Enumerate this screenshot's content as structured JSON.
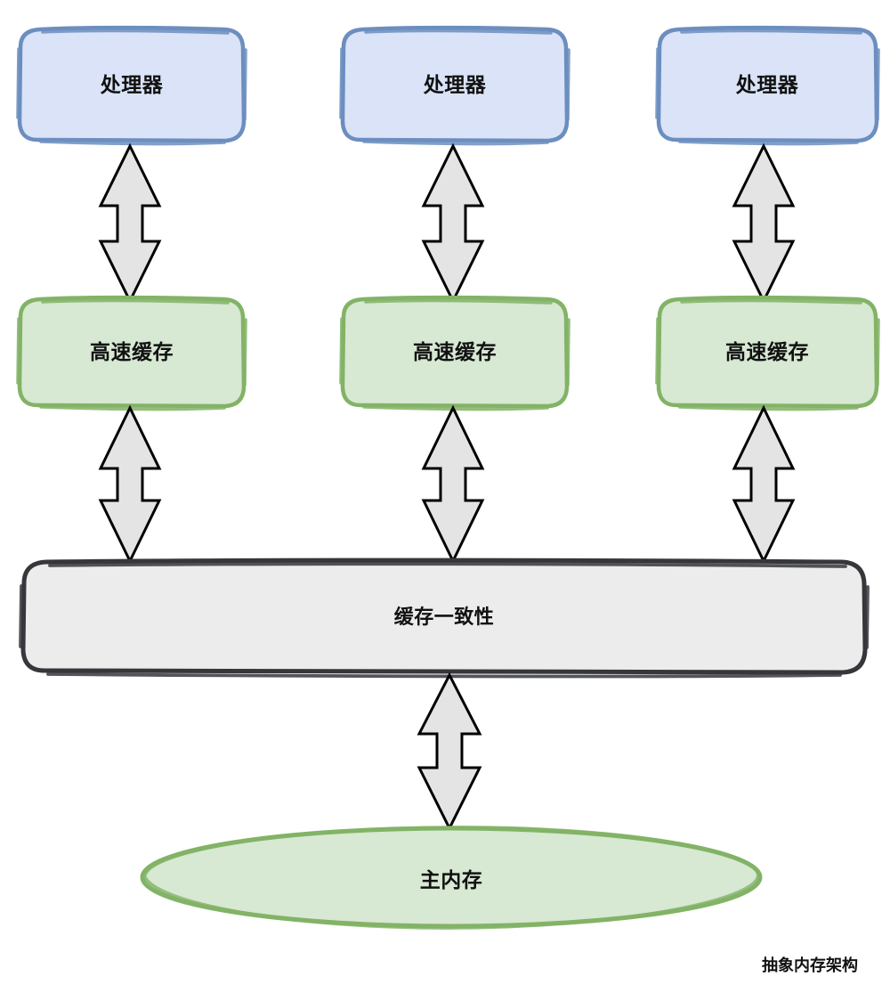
{
  "diagram": {
    "caption": "抽象内存架构",
    "colors": {
      "processor_fill": "#dae3f7",
      "processor_stroke": "#6c8ebf",
      "cache_fill": "#d7e8d3",
      "cache_stroke": "#82b366",
      "coherence_fill": "#ececec",
      "coherence_stroke": "#36373b",
      "memory_fill": "#d7e8d3",
      "memory_stroke": "#82b366",
      "arrow_fill": "#e4e4e4",
      "arrow_stroke": "#000000",
      "text": "#111111",
      "background": "#ffffff"
    },
    "processors": [
      {
        "label": "处理器"
      },
      {
        "label": "处理器"
      },
      {
        "label": "处理器"
      }
    ],
    "caches": [
      {
        "label": "高速缓存"
      },
      {
        "label": "高速缓存"
      },
      {
        "label": "高速缓存"
      }
    ],
    "coherence": {
      "label": "缓存一致性"
    },
    "memory": {
      "label": "主内存"
    },
    "connections": [
      {
        "from": "处理器",
        "to": "高速缓存",
        "kind": "bidirectional"
      },
      {
        "from": "处理器",
        "to": "高速缓存",
        "kind": "bidirectional"
      },
      {
        "from": "处理器",
        "to": "高速缓存",
        "kind": "bidirectional"
      },
      {
        "from": "高速缓存",
        "to": "缓存一致性",
        "kind": "bidirectional"
      },
      {
        "from": "高速缓存",
        "to": "缓存一致性",
        "kind": "bidirectional"
      },
      {
        "from": "高速缓存",
        "to": "缓存一致性",
        "kind": "bidirectional"
      },
      {
        "from": "缓存一致性",
        "to": "主内存",
        "kind": "bidirectional"
      }
    ]
  }
}
